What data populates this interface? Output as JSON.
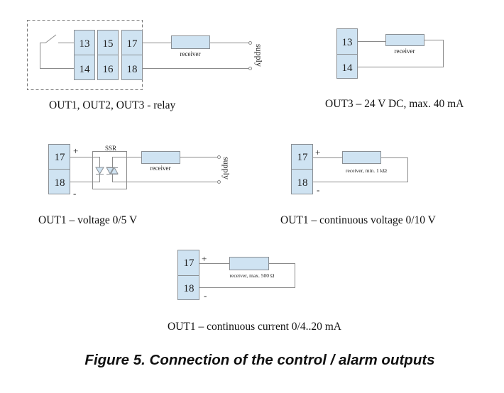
{
  "figure": {
    "title": "Figure 5.  Connection of the control / alarm outputs"
  },
  "diagrams": {
    "relay": {
      "caption": "OUT1, OUT2, OUT3 - relay",
      "terminals": [
        "13",
        "14",
        "15",
        "16",
        "17",
        "18"
      ],
      "receiver_label": "receiver",
      "supply_label": "supply"
    },
    "out3_dc": {
      "caption": "OUT3 – 24 V DC, max. 40 mA",
      "terminals": [
        "13",
        "14"
      ],
      "receiver_label": "receiver"
    },
    "voltage_05": {
      "caption": "OUT1 – voltage 0/5 V",
      "terminals": [
        "17",
        "18"
      ],
      "plus": "+",
      "minus": "-",
      "ssr_label": "SSR",
      "receiver_label": "receiver",
      "supply_label": "supply"
    },
    "voltage_010": {
      "caption": "OUT1 – continuous voltage 0/10 V",
      "terminals": [
        "17",
        "18"
      ],
      "plus": "+",
      "minus": "-",
      "receiver_label": "receiver, min. 1 kΩ"
    },
    "current_420": {
      "caption": "OUT1 – continuous current 0/4..20 mA",
      "terminals": [
        "17",
        "18"
      ],
      "plus": "+",
      "minus": "-",
      "receiver_label": "receiver, max. 500 Ω"
    }
  }
}
